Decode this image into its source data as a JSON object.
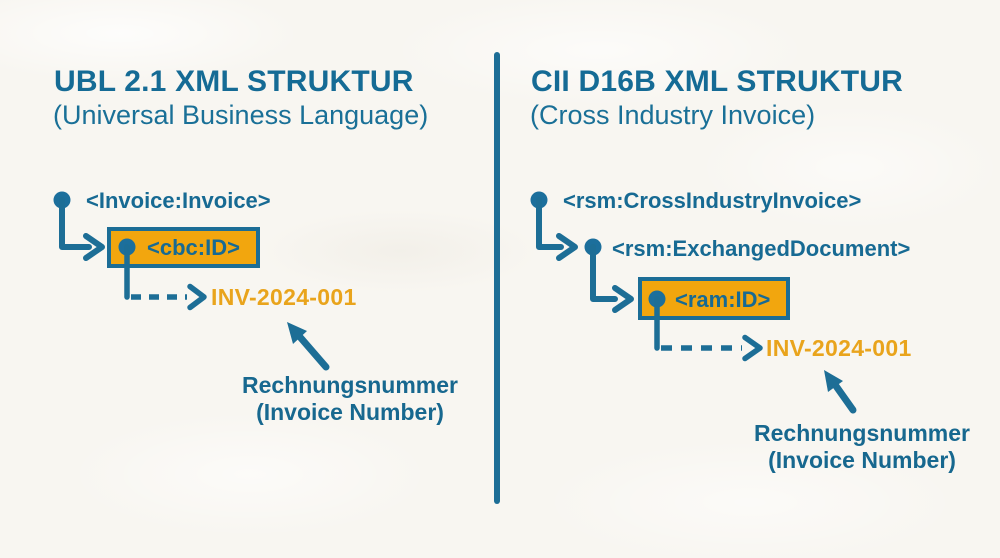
{
  "colors": {
    "teal_text": "#156B95",
    "teal_line": "#1D6E96",
    "highlight_orange": "#F2A60E",
    "value_orange": "#E9A41C",
    "background": "#F8F6F1"
  },
  "left": {
    "title": "UBL 2.1 XML STRUKTUR",
    "subtitle": "(Universal Business Language)",
    "root_node": "<Invoice:Invoice>",
    "id_node": "<cbc:ID>",
    "value": "INV-2024-001",
    "annotation_line1": "Rechnungsnummer",
    "annotation_line2": "(Invoice Number)"
  },
  "right": {
    "title": "CII D16B XML STRUKTUR",
    "subtitle": "(Cross Industry Invoice)",
    "root_node": "<rsm:CrossIndustryInvoice>",
    "child_node": "<rsm:ExchangedDocument>",
    "id_node": "<ram:ID>",
    "value": "INV-2024-001",
    "annotation_line1": "Rechnungsnummer",
    "annotation_line2": "(Invoice Number)"
  }
}
